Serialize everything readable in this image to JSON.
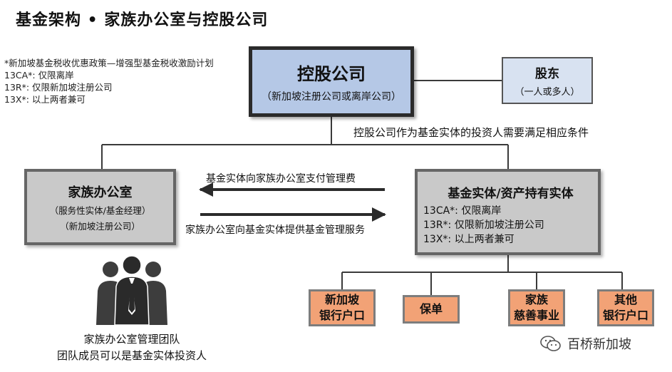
{
  "title": "基金架构 • 家族办公室与控股公司",
  "notes": [
    "*新加坡基金税收优惠政策—增强型基金税收激励计划",
    "13CA*: 仅限离岸",
    "13R*: 仅限新加坡注册公司",
    "13X*: 以上两者兼可"
  ],
  "holding": {
    "title": "控股公司",
    "subtitle": "（新加坡注册公司或离岸公司）"
  },
  "shareholder": {
    "title": "股东",
    "subtitle": "（一人或多人）"
  },
  "condition_label": "控股公司作为基金实体的投资人需要满足相应条件",
  "family_office": {
    "title": "家族办公室",
    "line1": "（服务性实体/基金经理）",
    "line2": "（新加坡注册公司）"
  },
  "fund": {
    "title": "基金实体/资产持有实体",
    "lines": [
      "13CA*: 仅限离岸",
      "13R*: 仅限新加坡注册公司",
      "13X*: 以上两者兼可"
    ]
  },
  "arrow_fee_label": "基金实体向家族办公室支付管理费",
  "arrow_service_label": "家族办公室向基金实体提供基金管理服务",
  "outputs": [
    {
      "line1": "新加坡",
      "line2": "银行户口"
    },
    {
      "line1": "保单",
      "line2": ""
    },
    {
      "line1": "家族",
      "line2": "慈善事业"
    },
    {
      "line1": "其他",
      "line2": "银行户口"
    }
  ],
  "team_caption": {
    "line1": "家族办公室管理团队",
    "line2": "团队成员可以是基金实体投资人"
  },
  "watermark": "百桥新加坡",
  "icons": [
    "people-group-icon",
    "wechat-icon"
  ],
  "colors": {
    "holding_fill": "#b5c8e6",
    "shareholder_fill": "#d8e2f1",
    "entity_fill": "#c9c9c9",
    "output_fill": "#f2a276",
    "line": "#3a3a3a"
  }
}
